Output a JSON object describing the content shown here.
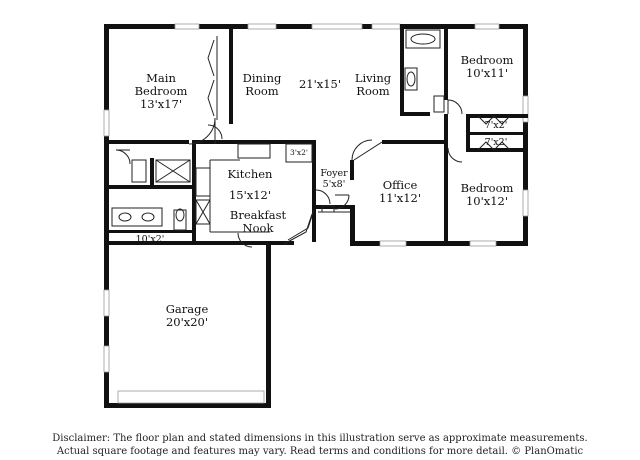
{
  "rooms": {
    "main_bedroom": {
      "name_line1": "Main",
      "name_line2": "Bedroom",
      "size": "13'x17'"
    },
    "dining_room": {
      "name_line1": "Dining",
      "name_line2": "Room"
    },
    "living_room": {
      "name_line1": "Living",
      "name_line2": "Room",
      "size": "21'x15'"
    },
    "bedroom_top": {
      "name": "Bedroom",
      "size": "10'x11'"
    },
    "closet_upper": {
      "size": "7'x2'"
    },
    "closet_lower": {
      "size": "7'x2'"
    },
    "kitchen": {
      "name": "Kitchen",
      "size": "15'x12'"
    },
    "pantry": {
      "size": "3'x2'"
    },
    "breakfast_nook": {
      "name_line1": "Breakfast",
      "name_line2": "Nook"
    },
    "foyer": {
      "name": "Foyer",
      "size": "5'x8'"
    },
    "office": {
      "name": "Office",
      "size": "11'x12'"
    },
    "bedroom_bottom": {
      "name": "Bedroom",
      "size": "10'x12'"
    },
    "laundry": {
      "size": "10'x2'"
    },
    "garage": {
      "name": "Garage",
      "size": "20'x20'"
    }
  },
  "disclaimer": {
    "line1": "Disclaimer: The floor plan and stated dimensions in this illustration serve as approximate measurements.",
    "line2": "Actual square footage and features may vary. Read terms and conditions for more detail. © PlanOmatic"
  }
}
